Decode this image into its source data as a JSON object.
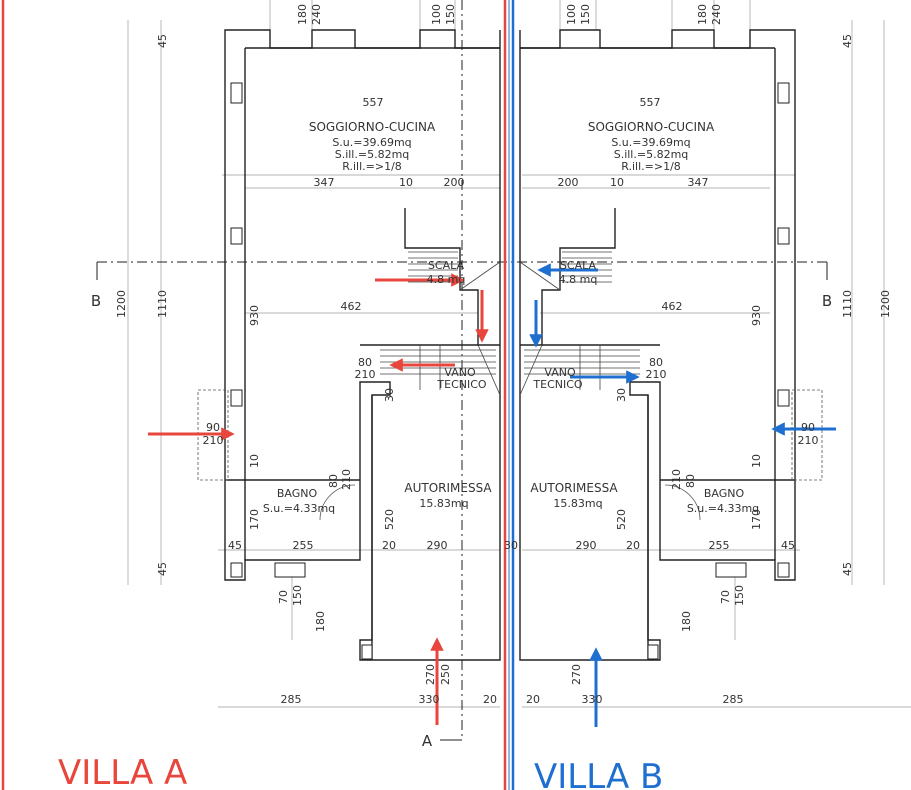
{
  "colors": {
    "villa_a": "#e8453c",
    "villa_b": "#1f6fd1",
    "wall": "#222222",
    "dimension": "#777777"
  },
  "villas": {
    "a": {
      "label": "VILLA A"
    },
    "b": {
      "label": "VILLA B"
    }
  },
  "section_marks": {
    "b_left": "B",
    "b_right": "B",
    "a_bottom": "A"
  },
  "rooms": {
    "soggiorno_a": {
      "name": "SOGGIORNO-CUCINA",
      "su": "S.u.=39.69mq",
      "sill": "S.ill.=5.82mq",
      "rill": "R.ill.=>1/8"
    },
    "soggiorno_b": {
      "name": "SOGGIORNO-CUCINA",
      "su": "S.u.=39.69mq",
      "sill": "S.ill.=5.82mq",
      "rill": "R.ill.=>1/8"
    },
    "scala_a": {
      "name": "SCALA",
      "area": "4.8 mq"
    },
    "scala_b": {
      "name": "SCALA",
      "area": "4.8 mq"
    },
    "vano_a": {
      "line1": "VANO",
      "line2": "TECNICO"
    },
    "vano_b": {
      "line1": "VANO",
      "line2": "TECNICO"
    },
    "autorimessa_a": {
      "name": "AUTORIMESSA",
      "area": "15.83mq"
    },
    "autorimessa_b": {
      "name": "AUTORIMESSA",
      "area": "15.83mq"
    },
    "bagno_a": {
      "name": "BAGNO",
      "su": "S.u.=4.33mq"
    },
    "bagno_b": {
      "name": "BAGNO",
      "su": "S.u.=4.33mq"
    }
  },
  "dims": {
    "top_a_180": "180",
    "top_a_240": "240",
    "top_a_100": "100",
    "top_a_150": "150",
    "top_b_100": "100",
    "top_b_150": "150",
    "top_b_180": "180",
    "top_b_240": "240",
    "side_45_tl": "45",
    "side_45_tr": "45",
    "side_45_bl": "45",
    "side_45_br": "45",
    "side_1200_l": "1200",
    "side_1110_l": "1110",
    "side_1110_r": "1110",
    "side_1200_r": "1200",
    "w557_a": "557",
    "w557_b": "557",
    "w347_a": "347",
    "w10_a": "10",
    "w200_a": "200",
    "w200_b": "200",
    "w10_b": "10",
    "w347_b": "347",
    "w462_a": "462",
    "w462_b": "462",
    "h930_a": "930",
    "h930_b": "930",
    "d80_a": "80",
    "d210_a": "210",
    "d80_b": "80",
    "d210_b": "210",
    "d30_a": "30",
    "d30_b": "30",
    "door_a_90": "90",
    "door_a_210": "210",
    "door_b_90": "90",
    "door_b_210": "210",
    "h10_a": "10",
    "h10_b": "10",
    "bagno_a_80": "80",
    "bagno_a_210": "210",
    "bagno_b_210": "210",
    "bagno_b_80": "80",
    "h170_a": "170",
    "h520_a": "520",
    "h520_b": "520",
    "h170_b": "170",
    "b45_l": "45",
    "b255_a": "255",
    "b20_a": "20",
    "b290_a": "290",
    "b30_mid": "30",
    "b290_b": "290",
    "b20_b": "20",
    "b255_b": "255",
    "b45_r": "45",
    "w70_a": "70",
    "w150_a": "150",
    "w70_b": "70",
    "w150_b": "150",
    "h180_a": "180",
    "h180_b": "180",
    "g270_a": "270",
    "g250_a": "250",
    "g270_b": "270",
    "bot_285_a": "285",
    "bot_330_a": "330",
    "bot_20_a": "20",
    "bot_20_b": "20",
    "bot_330_b": "330",
    "bot_285_b": "285"
  }
}
